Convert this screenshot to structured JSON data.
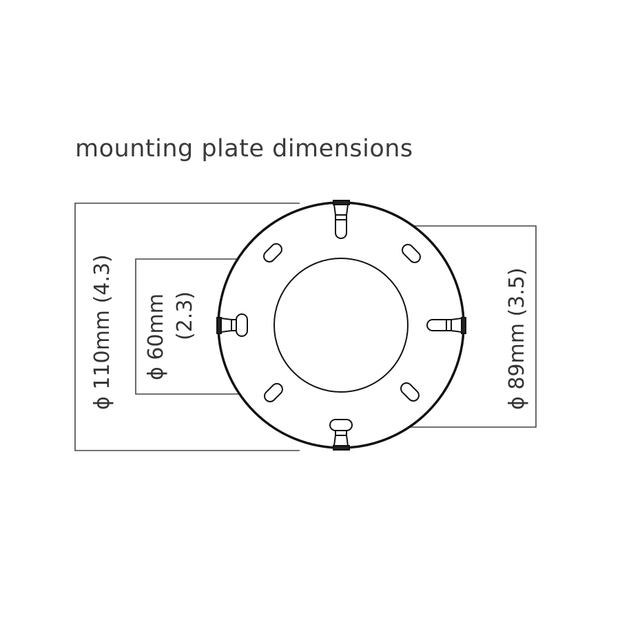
{
  "title": "mounting plate dimensions",
  "dimensions": {
    "outer": {
      "label": "ϕ 110mm (4.3)"
    },
    "inner": {
      "label1": "ϕ 60mm",
      "label2": "(2.3)"
    },
    "screw": {
      "label": "ϕ 89mm (3.5)"
    }
  }
}
